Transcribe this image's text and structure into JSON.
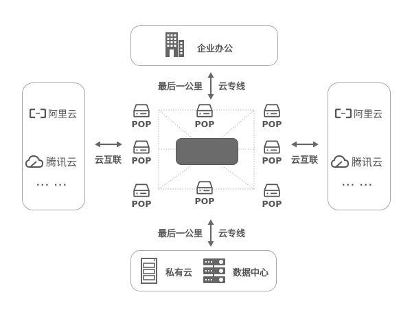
{
  "top": {
    "label": "企业办公",
    "icon": "office-building-icon"
  },
  "top_link": {
    "left_label": "最后一公里",
    "right_label": "云专线",
    "icon": "vertical-double-arrow-icon"
  },
  "bottom_link": {
    "left_label": "最后一公里",
    "right_label": "云专线",
    "icon": "vertical-double-arrow-icon"
  },
  "bottom": {
    "items": [
      {
        "label": "私有云",
        "icon": "server-rack-icon"
      },
      {
        "label": "数据中心",
        "icon": "database-server-icon"
      }
    ]
  },
  "left_cloud": {
    "items": [
      {
        "label": "阿里云",
        "icon": "aliyun-logo-icon"
      },
      {
        "label": "腾讯云",
        "icon": "tencent-cloud-logo-icon"
      }
    ],
    "more": "··· ···"
  },
  "right_cloud": {
    "items": [
      {
        "label": "阿里云",
        "icon": "aliyun-logo-icon"
      },
      {
        "label": "腾讯云",
        "icon": "tencent-cloud-logo-icon"
      }
    ],
    "more": "··· ···"
  },
  "left_link": {
    "label": "云互联",
    "icon": "horizontal-double-arrow-icon"
  },
  "right_link": {
    "label": "云互联",
    "icon": "horizontal-double-arrow-icon"
  },
  "pops": [
    {
      "label": "POP"
    },
    {
      "label": "POP"
    },
    {
      "label": "POP"
    },
    {
      "label": "POP"
    },
    {
      "label": "POP"
    },
    {
      "label": "POP"
    },
    {
      "label": "POP"
    },
    {
      "label": "POP"
    }
  ],
  "colors": {
    "icon": "#666666",
    "border": "#a8a8a8",
    "core": "#6b6b6b",
    "text": "#555555"
  }
}
